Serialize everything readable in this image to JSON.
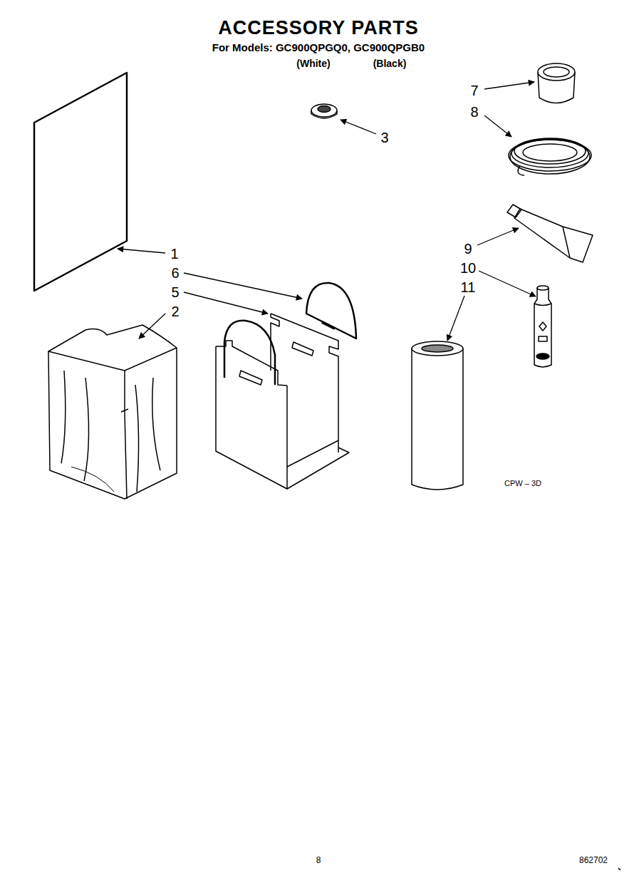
{
  "diagram": {
    "title": "ACCESSORY PARTS",
    "labels": [
      "For Models: GC900QPGQ0, GC900QPGB0",
      "(White)",
      "(Black)",
      "7",
      "8",
      "3",
      "1",
      "9",
      "6",
      "10",
      "5",
      "11",
      "2",
      "CPW – 3D",
      "8",
      "862702"
    ]
  }
}
